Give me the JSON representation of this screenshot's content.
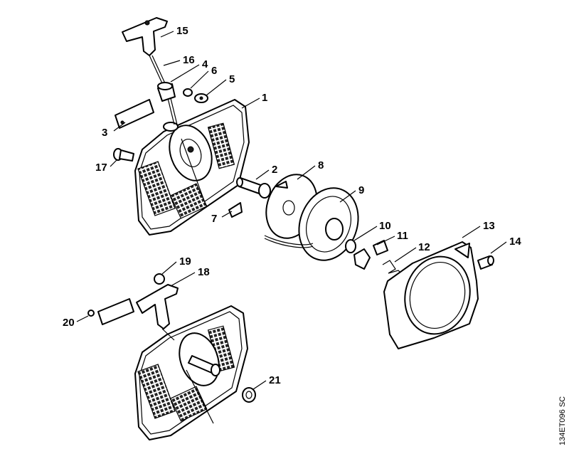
{
  "drawing_code": "134ET096 SC",
  "callouts": [
    {
      "id": "1",
      "label": "1"
    },
    {
      "id": "2",
      "label": "2"
    },
    {
      "id": "3",
      "label": "3"
    },
    {
      "id": "4",
      "label": "4"
    },
    {
      "id": "5",
      "label": "5"
    },
    {
      "id": "6",
      "label": "6"
    },
    {
      "id": "7",
      "label": "7"
    },
    {
      "id": "8",
      "label": "8"
    },
    {
      "id": "9",
      "label": "9"
    },
    {
      "id": "10",
      "label": "10"
    },
    {
      "id": "11",
      "label": "11"
    },
    {
      "id": "12",
      "label": "12"
    },
    {
      "id": "13",
      "label": "13"
    },
    {
      "id": "14",
      "label": "14"
    },
    {
      "id": "15",
      "label": "15"
    },
    {
      "id": "16",
      "label": "16"
    },
    {
      "id": "17",
      "label": "17"
    },
    {
      "id": "18",
      "label": "18"
    },
    {
      "id": "19",
      "label": "19"
    },
    {
      "id": "20",
      "label": "20"
    },
    {
      "id": "21",
      "label": "21"
    }
  ]
}
